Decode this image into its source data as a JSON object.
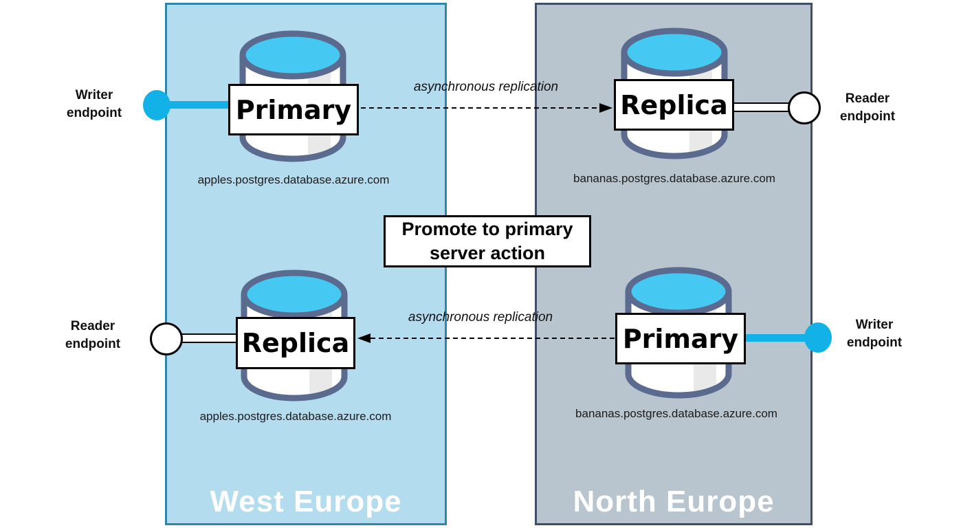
{
  "regions": {
    "west": {
      "label": "West Europe"
    },
    "north": {
      "label": "North Europe"
    }
  },
  "nodes": {
    "west_top": {
      "role": "Primary",
      "hostname": "apples.postgres.database.azure.com"
    },
    "north_top": {
      "role": "Replica",
      "hostname": "bananas.postgres.database.azure.com"
    },
    "west_bottom": {
      "role": "Replica",
      "hostname": "apples.postgres.database.azure.com"
    },
    "north_bottom": {
      "role": "Primary",
      "hostname": "bananas.postgres.database.azure.com"
    }
  },
  "endpoints": {
    "writer_top": {
      "line1": "Writer",
      "line2": "endpoint"
    },
    "reader_top": {
      "line1": "Reader",
      "line2": "endpoint"
    },
    "reader_bottom": {
      "line1": "Reader",
      "line2": "endpoint"
    },
    "writer_bottom": {
      "line1": "Writer",
      "line2": "endpoint"
    }
  },
  "replication": {
    "top": {
      "label": "asynchronous replication",
      "direction": "right"
    },
    "bottom": {
      "label": "asynchronous replication",
      "direction": "left"
    }
  },
  "action_box": {
    "line1": "Promote to primary",
    "line2": "server action"
  },
  "colors": {
    "west_fill": "#B4DCEF",
    "west_border": "#2E86AB",
    "north_fill": "#B9C5CE",
    "north_border": "#3F5066",
    "cylinder_outline": "#5A6B8F",
    "cylinder_top": "#45C8F2",
    "writer_accent": "#12B2E8"
  }
}
